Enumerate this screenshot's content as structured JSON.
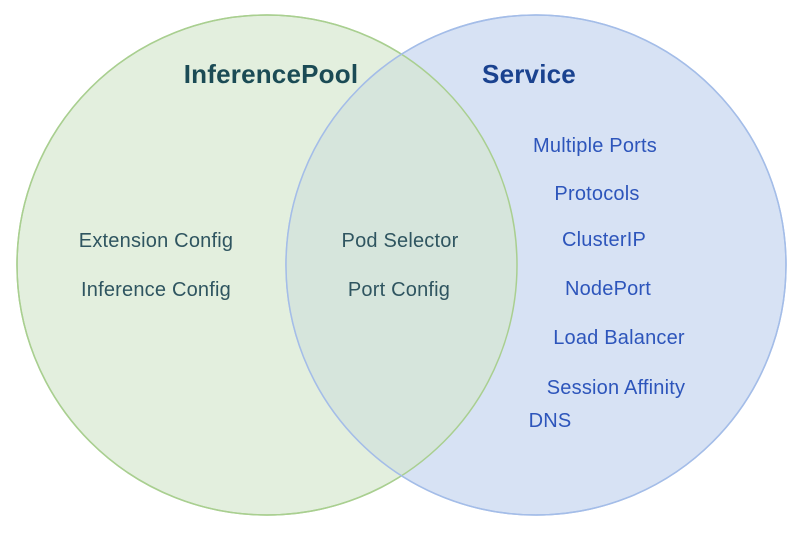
{
  "venn": {
    "left": {
      "title": "InferencePool",
      "items": [
        "Extension Config",
        "Inference Config"
      ]
    },
    "overlap": {
      "items": [
        "Pod Selector",
        "Port Config"
      ]
    },
    "right": {
      "title": "Service",
      "items": [
        "Multiple Ports",
        "Protocols",
        "ClusterIP",
        "NodePort",
        "Load Balancer",
        "Session Affinity",
        "DNS"
      ]
    },
    "colors": {
      "left_fill": "#e3efde",
      "left_stroke": "#a9cf90",
      "right_fill": "#d7e2f4",
      "right_stroke": "#a4bde8",
      "overlap_fill": "#d6e5dc",
      "left_title_text": "#1b4b55",
      "left_item_text": "#2f5560",
      "right_title_text": "#1a428f",
      "right_item_text": "#2d55bb"
    }
  }
}
